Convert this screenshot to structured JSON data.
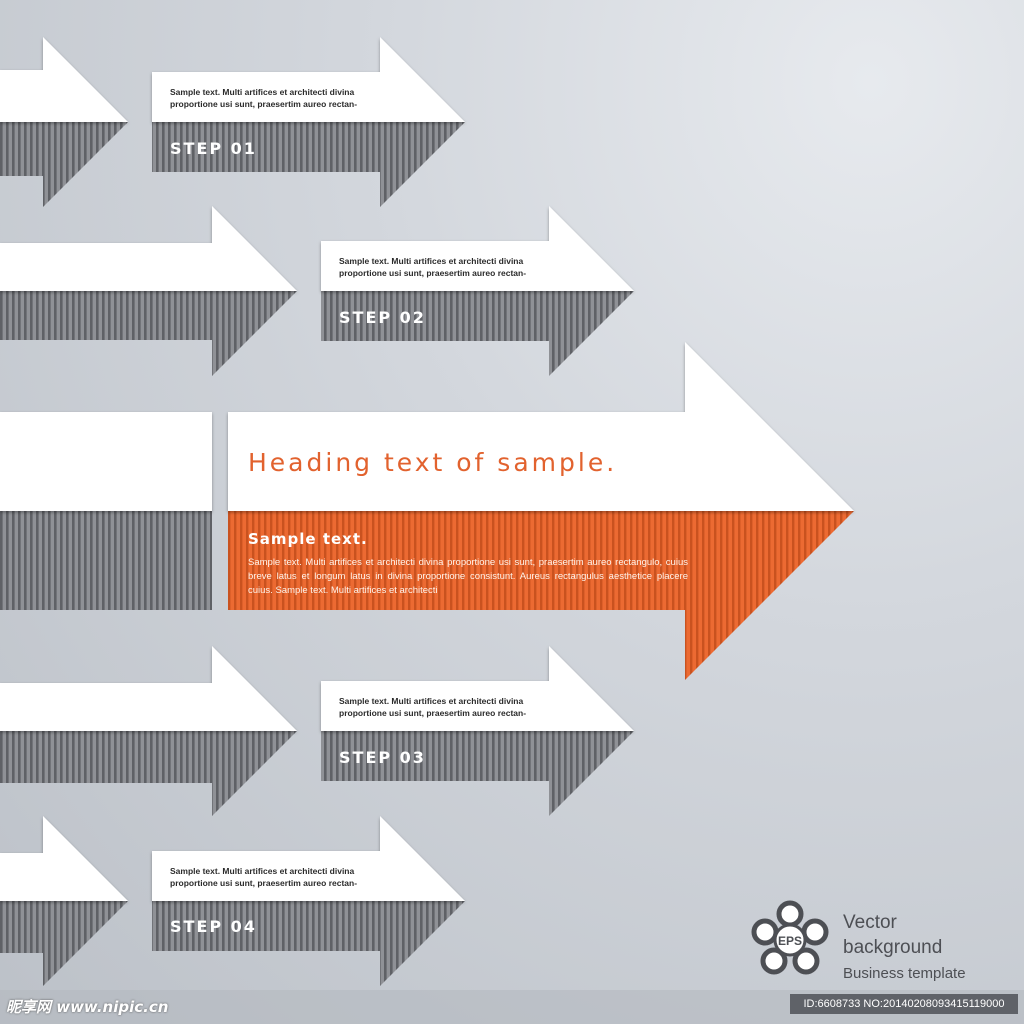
{
  "colors": {
    "accent": "#e2622e",
    "arrow_white": "#ffffff",
    "arrow_gray": "#8f9196",
    "stripe_dark": "#5f6166",
    "background": "#d3d7dd"
  },
  "steps": [
    {
      "label": "STEP 01",
      "line1": "Sample text. Multi artifices et architecti divina",
      "line2": "proportione usi sunt, praesertim aureo rectan-"
    },
    {
      "label": "STEP 02",
      "line1": "Sample text. Multi artifices et architecti divina",
      "line2": "proportione usi sunt, praesertim aureo rectan-"
    },
    {
      "label": "STEP 03",
      "line1": "Sample text. Multi artifices et architecti divina",
      "line2": "proportione usi sunt, praesertim aureo rectan-"
    },
    {
      "label": "STEP 04",
      "line1": "Sample text. Multi artifices et architecti divina",
      "line2": "proportione usi sunt, praesertim aureo rectan-"
    }
  ],
  "main": {
    "heading": "Heading text of sample.",
    "subheading": "Sample text.",
    "body": "Sample text. Multi artifices et architecti divina proportione usi sunt, praesertim aureo rectangulo, cuius breve latus et longum latus in divina proportione consistunt. Aureus rectangulus aesthetice placere cuius. Sample text. Multi artifices et architecti"
  },
  "logo": {
    "badge": "EPS",
    "icon": "flower-circles-icon",
    "line1": "Vector",
    "line2": "background",
    "line3": "Business template"
  },
  "footer": {
    "site": "昵享网 www.nipic.cn",
    "id_text": "ID:6608733 NO:20140208093415119000"
  }
}
